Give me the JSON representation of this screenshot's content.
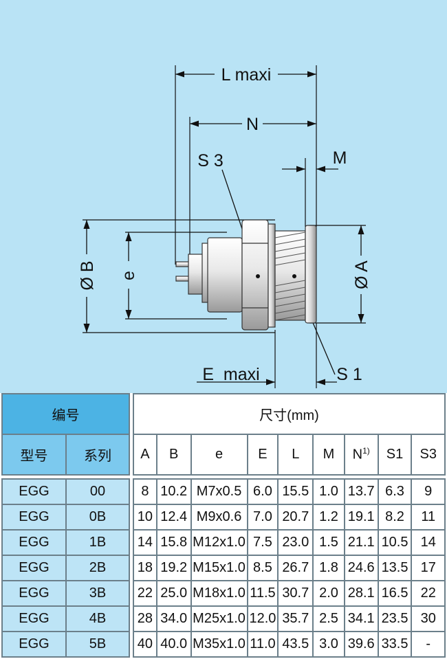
{
  "drawing": {
    "labels": {
      "l_maxi": "L maxi",
      "n": "N",
      "m": "M",
      "s3": "S 3",
      "s1": "S 1",
      "e_maxi": "E  maxi",
      "dia_b": "Ø B",
      "e": "e",
      "dia_a": "Ø A"
    }
  },
  "left_table": {
    "header": "编号",
    "col_model": "型号",
    "col_series": "系列",
    "rows": [
      {
        "model": "EGG",
        "series": "00"
      },
      {
        "model": "EGG",
        "series": "0B"
      },
      {
        "model": "EGG",
        "series": "1B"
      },
      {
        "model": "EGG",
        "series": "2B"
      },
      {
        "model": "EGG",
        "series": "3B"
      },
      {
        "model": "EGG",
        "series": "4B"
      },
      {
        "model": "EGG",
        "series": "5B"
      }
    ]
  },
  "right_table": {
    "header": "尺寸(mm)",
    "columns": [
      "A",
      "B",
      "e",
      "E",
      "L",
      "M",
      "N",
      "S1",
      "S3"
    ],
    "n_superscript": "1)",
    "rows": [
      [
        "8",
        "10.2",
        "M7x0.5",
        "6.0",
        "15.5",
        "1.0",
        "13.7",
        "6.3",
        "9"
      ],
      [
        "10",
        "12.4",
        "M9x0.6",
        "7.0",
        "20.7",
        "1.2",
        "19.1",
        "8.2",
        "11"
      ],
      [
        "14",
        "15.8",
        "M12x1.0",
        "7.5",
        "23.0",
        "1.5",
        "21.1",
        "10.5",
        "14"
      ],
      [
        "18",
        "19.2",
        "M15x1.0",
        "8.5",
        "26.7",
        "1.8",
        "24.6",
        "13.5",
        "17"
      ],
      [
        "22",
        "25.0",
        "M18x1.0",
        "11.5",
        "30.7",
        "2.0",
        "28.1",
        "16.5",
        "22"
      ],
      [
        "28",
        "34.0",
        "M25x1.0",
        "12.0",
        "35.7",
        "2.5",
        "34.1",
        "23.5",
        "30"
      ],
      [
        "40",
        "40.0",
        "M35x1.0",
        "11.0",
        "43.5",
        "3.0",
        "39.6",
        "33.5",
        "-"
      ]
    ]
  }
}
